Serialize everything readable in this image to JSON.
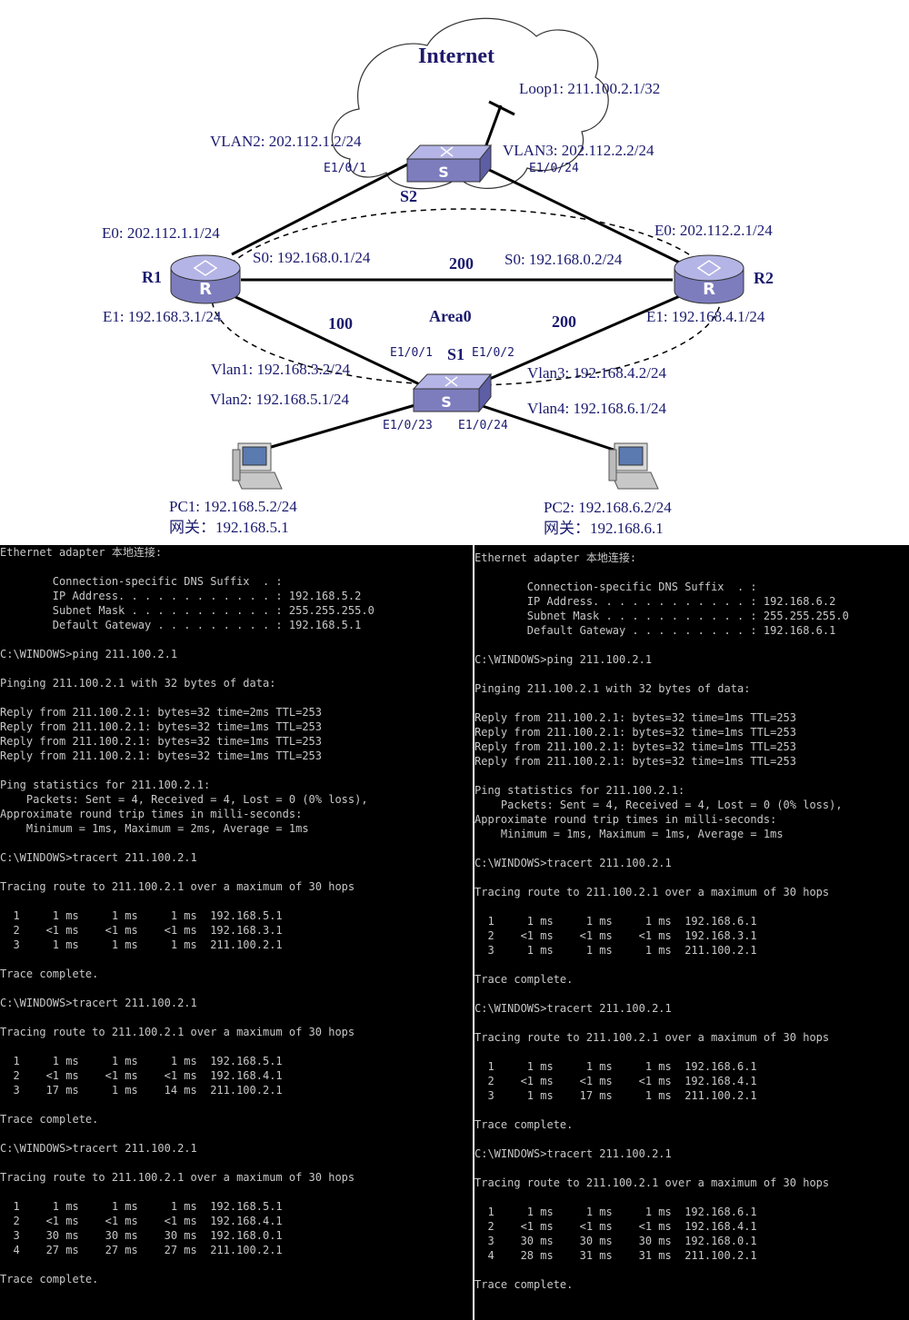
{
  "diagram": {
    "internet_label": "Internet",
    "loop1_label": "Loop1: 211.100.2.1/32",
    "s2": {
      "name": "S2",
      "vlan2": "VLAN2: 202.112.1.2/24",
      "vlan3": "VLAN3: 202.112.2.2/24",
      "port_left": "E1/0/1",
      "port_right": "E1/0/24"
    },
    "r1": {
      "name": "R1",
      "e0": "E0: 202.112.1.1/24",
      "s0": "S0: 192.168.0.1/24",
      "e1": "E1: 192.168.3.1/24"
    },
    "r2": {
      "name": "R2",
      "e0": "E0: 202.112.2.1/24",
      "s0": "S0: 192.168.0.2/24",
      "e1": "E1: 192.168.4.1/24"
    },
    "s1": {
      "name": "S1",
      "port_e102": "E1/0/2",
      "port_e101": "E1/0/1",
      "vlan1": "Vlan1: 192.168.3.2/24",
      "vlan2": "Vlan2: 192.168.5.1/24",
      "vlan3": "Vlan3: 192.168.4.2/24",
      "vlan4": "Vlan4: 192.168.6.1/24",
      "port_e1023": "E1/0/23",
      "port_e1024": "E1/0/24"
    },
    "costs": {
      "r1_r2": "200",
      "r1_s1": "100",
      "r2_s1": "200"
    },
    "area_label": "Area0",
    "pc1": {
      "ip": "PC1: 192.168.5.2/24",
      "gateway": "网关：192.168.5.1"
    },
    "pc2": {
      "ip": "PC2: 192.168.6.2/24",
      "gateway": "网关：192.168.6.1"
    },
    "device_letters": {
      "router": "R",
      "switch": "S"
    },
    "colors": {
      "device": "#8c8cc8",
      "device_top": "#b4b4e6",
      "text": "#1a1a6e",
      "line": "#000000"
    }
  },
  "terminal_left": {
    "lines": [
      "Ethernet adapter 本地连接:",
      "",
      "        Connection-specific DNS Suffix  . :",
      "        IP Address. . . . . . . . . . . . : 192.168.5.2",
      "        Subnet Mask . . . . . . . . . . . : 255.255.255.0",
      "        Default Gateway . . . . . . . . . : 192.168.5.1",
      "",
      "C:\\WINDOWS>ping 211.100.2.1",
      "",
      "Pinging 211.100.2.1 with 32 bytes of data:",
      "",
      "Reply from 211.100.2.1: bytes=32 time=2ms TTL=253",
      "Reply from 211.100.2.1: bytes=32 time=1ms TTL=253",
      "Reply from 211.100.2.1: bytes=32 time=1ms TTL=253",
      "Reply from 211.100.2.1: bytes=32 time=1ms TTL=253",
      "",
      "Ping statistics for 211.100.2.1:",
      "    Packets: Sent = 4, Received = 4, Lost = 0 (0% loss),",
      "Approximate round trip times in milli-seconds:",
      "    Minimum = 1ms, Maximum = 2ms, Average = 1ms",
      "",
      "C:\\WINDOWS>tracert 211.100.2.1",
      "",
      "Tracing route to 211.100.2.1 over a maximum of 30 hops",
      "",
      "  1     1 ms     1 ms     1 ms  192.168.5.1",
      "  2    <1 ms    <1 ms    <1 ms  192.168.3.1",
      "  3     1 ms     1 ms     1 ms  211.100.2.1",
      "",
      "Trace complete.",
      "",
      "C:\\WINDOWS>tracert 211.100.2.1",
      "",
      "Tracing route to 211.100.2.1 over a maximum of 30 hops",
      "",
      "  1     1 ms     1 ms     1 ms  192.168.5.1",
      "  2    <1 ms    <1 ms    <1 ms  192.168.4.1",
      "  3    17 ms     1 ms    14 ms  211.100.2.1",
      "",
      "Trace complete.",
      "",
      "C:\\WINDOWS>tracert 211.100.2.1",
      "",
      "Tracing route to 211.100.2.1 over a maximum of 30 hops",
      "",
      "  1     1 ms     1 ms     1 ms  192.168.5.1",
      "  2    <1 ms    <1 ms    <1 ms  192.168.4.1",
      "  3    30 ms    30 ms    30 ms  192.168.0.1",
      "  4    27 ms    27 ms    27 ms  211.100.2.1",
      "",
      "Trace complete."
    ]
  },
  "terminal_right": {
    "lines": [
      "Ethernet adapter 本地连接:",
      "",
      "        Connection-specific DNS Suffix  . :",
      "        IP Address. . . . . . . . . . . . : 192.168.6.2",
      "        Subnet Mask . . . . . . . . . . . : 255.255.255.0",
      "        Default Gateway . . . . . . . . . : 192.168.6.1",
      "",
      "C:\\WINDOWS>ping 211.100.2.1",
      "",
      "Pinging 211.100.2.1 with 32 bytes of data:",
      "",
      "Reply from 211.100.2.1: bytes=32 time=1ms TTL=253",
      "Reply from 211.100.2.1: bytes=32 time=1ms TTL=253",
      "Reply from 211.100.2.1: bytes=32 time=1ms TTL=253",
      "Reply from 211.100.2.1: bytes=32 time=1ms TTL=253",
      "",
      "Ping statistics for 211.100.2.1:",
      "    Packets: Sent = 4, Received = 4, Lost = 0 (0% loss),",
      "Approximate round trip times in milli-seconds:",
      "    Minimum = 1ms, Maximum = 1ms, Average = 1ms",
      "",
      "C:\\WINDOWS>tracert 211.100.2.1",
      "",
      "Tracing route to 211.100.2.1 over a maximum of 30 hops",
      "",
      "  1     1 ms     1 ms     1 ms  192.168.6.1",
      "  2    <1 ms    <1 ms    <1 ms  192.168.3.1",
      "  3     1 ms     1 ms     1 ms  211.100.2.1",
      "",
      "Trace complete.",
      "",
      "C:\\WINDOWS>tracert 211.100.2.1",
      "",
      "Tracing route to 211.100.2.1 over a maximum of 30 hops",
      "",
      "  1     1 ms     1 ms     1 ms  192.168.6.1",
      "  2    <1 ms    <1 ms    <1 ms  192.168.4.1",
      "  3     1 ms    17 ms     1 ms  211.100.2.1",
      "",
      "Trace complete.",
      "",
      "C:\\WINDOWS>tracert 211.100.2.1",
      "",
      "Tracing route to 211.100.2.1 over a maximum of 30 hops",
      "",
      "  1     1 ms     1 ms     1 ms  192.168.6.1",
      "  2    <1 ms    <1 ms    <1 ms  192.168.4.1",
      "  3    30 ms    30 ms    30 ms  192.168.0.1",
      "  4    28 ms    31 ms    31 ms  211.100.2.1",
      "",
      "Trace complete."
    ]
  }
}
